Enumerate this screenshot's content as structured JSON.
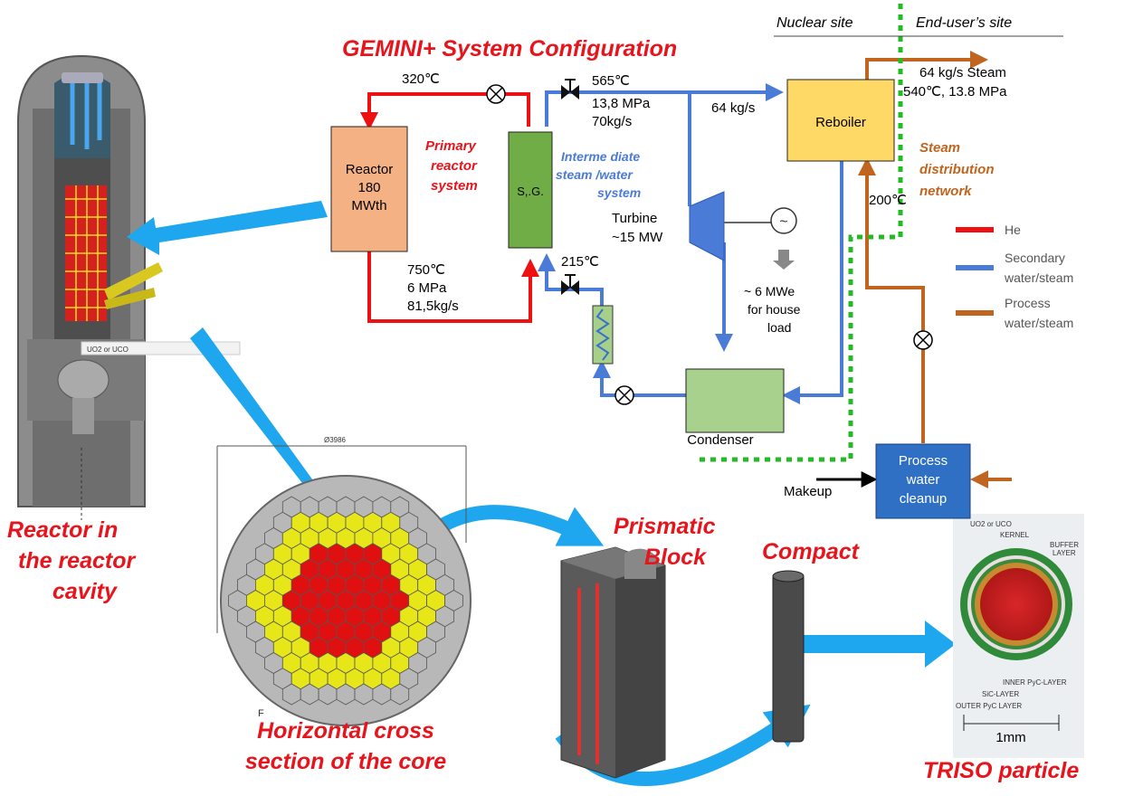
{
  "title": "GEMINI+ System Configuration",
  "site": {
    "nuclear": "Nuclear site",
    "enduser": "End-user’s site"
  },
  "blocks": {
    "reactor": [
      "Reactor",
      "180",
      "MWth"
    ],
    "sg": "S,.G.",
    "reboiler": "Reboiler",
    "condenser": "Condenser",
    "cleanup": [
      "Process",
      "water",
      "cleanup"
    ]
  },
  "labels": {
    "primary": [
      "Primary",
      "reactor",
      "system"
    ],
    "intermediate": [
      "Interme diate",
      "steam /water",
      "system"
    ],
    "steam_dist": [
      "Steam",
      "distribution",
      "network"
    ],
    "t320": "320℃",
    "t565": "565℃",
    "p138": "13,8 MPa",
    "f70": "70kg/s",
    "f64": "64 kg/s",
    "steam_out": [
      "64 kg/s Steam",
      "540℃, 13.8 MPa"
    ],
    "t200": "200℃",
    "turbine": [
      "Turbine",
      "~15 MW"
    ],
    "gen": [
      "~ 6 MWe",
      "for house",
      "load"
    ],
    "t750": [
      "750℃",
      "6 MPa",
      "81,5kg/s"
    ],
    "t215": "215℃",
    "makeup": "Makeup",
    "uo2": "UO2 or UCO",
    "diameter": "Ø3986",
    "fmark": "F"
  },
  "legend": [
    {
      "name": "He",
      "color": "#ee1111"
    },
    {
      "name": [
        "Secondary",
        "water/steam"
      ],
      "color": "#4a7bd6"
    },
    {
      "name": [
        "Process",
        "water/steam"
      ],
      "color": "#c0651f"
    }
  ],
  "captions": {
    "reactor": [
      "Reactor  in",
      "the reactor",
      "cavity"
    ],
    "cross": [
      "Horizontal cross",
      "section of the core"
    ],
    "prismatic": [
      "Prismatic",
      "Block"
    ],
    "compact": "Compact",
    "triso": "TRISO particle"
  },
  "triso": {
    "top": "UO2 or UCO",
    "kernel": "KERNEL",
    "buffer": [
      "BUFFER",
      "LAYER"
    ],
    "inner": "INNER PyC-LAYER",
    "sic": "SiC-LAYER",
    "outer": "OUTER PyC LAYER",
    "scale": "1mm"
  },
  "colors": {
    "he": "#ee1111",
    "secondary": "#4a7bd6",
    "process": "#c0651f",
    "title": "#e8141c"
  }
}
